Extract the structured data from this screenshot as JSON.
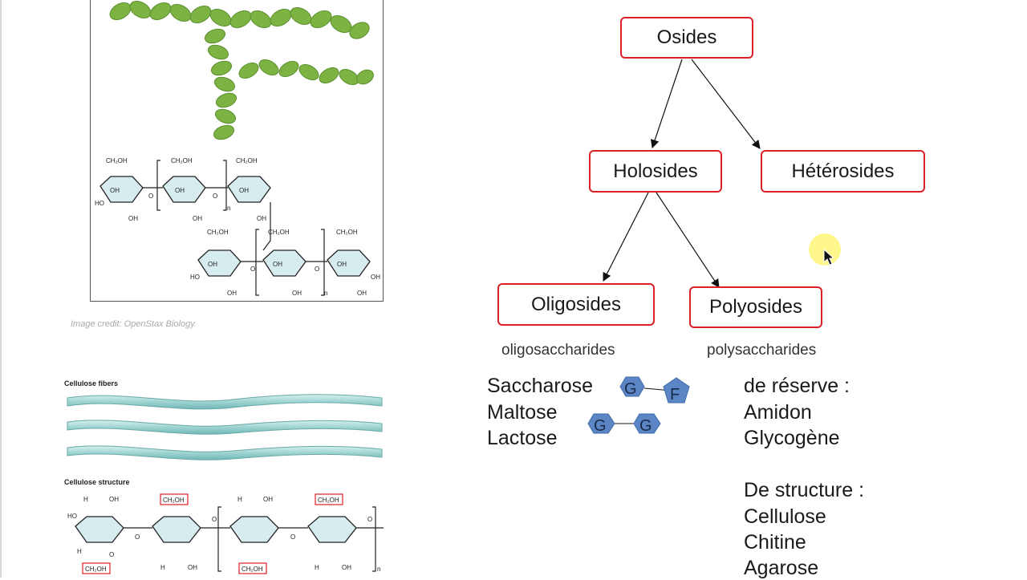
{
  "image_credit": "Image credit: OpenStax Biology.",
  "cellulose_fibers_label": "Cellulose fibers",
  "cellulose_structure_label": "Cellulose structure",
  "chem_labels": {
    "ch2oh": "CH₂OH",
    "oh": "OH",
    "o": "O",
    "h": "H",
    "ho": "HO",
    "n": "n"
  },
  "nodes": {
    "osides": "Osides",
    "holosides": "Holosides",
    "heterosides": "Hétérosides",
    "oligosides": "Oligosides",
    "polyosides": "Polyosides"
  },
  "subtitles": {
    "oligo": "oligosaccharides",
    "poly": "polysaccharides"
  },
  "oligo_examples": [
    "Saccharose",
    "Maltose",
    "Lactose"
  ],
  "sugar_units": {
    "g": "G",
    "f": "F"
  },
  "reserve_heading": "de réserve :",
  "reserve_examples": [
    "Amidon",
    "Glycogène"
  ],
  "structure_heading": "De structure :",
  "structure_examples": [
    "Cellulose",
    "Chitine",
    "Agarose"
  ],
  "colors": {
    "node_border": "#dd1f26",
    "sugar_fill": "#5b85c4",
    "helix": "#7cb342",
    "fiber": "#9fd4d2"
  }
}
